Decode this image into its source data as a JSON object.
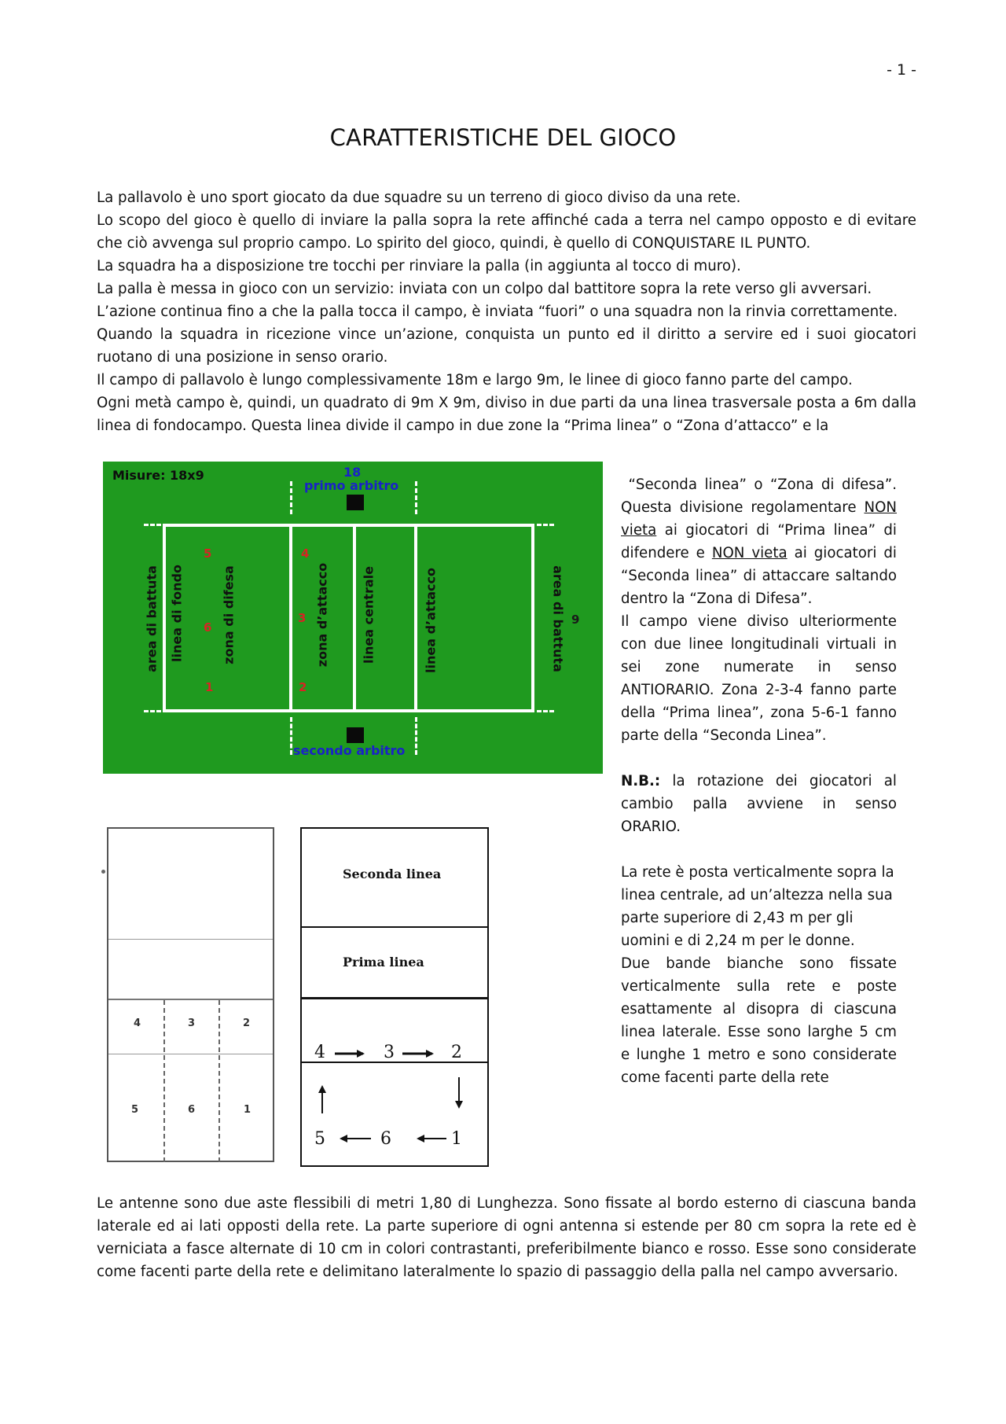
{
  "page_number": "- 1 -",
  "title": "CARATTERISTICHE DEL GIOCO",
  "intro": [
    "La pallavolo è uno sport giocato da due squadre su un terreno di gioco diviso da una rete.",
    "Lo scopo del gioco è quello di inviare la palla sopra la rete affinché cada a terra nel campo opposto e di evitare che ciò avvenga sul proprio campo. Lo spirito del gioco, quindi, è quello di CONQUISTARE IL PUNTO.",
    "La squadra ha a disposizione tre tocchi per rinviare la palla (in aggiunta al tocco di muro).",
    "La palla è messa in gioco con un servizio: inviata con un colpo dal battitore sopra la rete verso gli avversari.",
    "L’azione continua fino a che la palla tocca il campo, è inviata “fuori” o una squadra non la rinvia correttamente.",
    "Quando la squadra in ricezione vince un’azione, conquista un punto ed il diritto a servire ed i suoi giocatori ruotano di una posizione in senso orario.",
    "Il campo di pallavolo è lungo complessivamente 18m e largo 9m, le linee di gioco fanno parte del campo.",
    "Ogni metà campo è, quindi, un quadrato di 9m X 9m, diviso in due parti da una linea trasversale posta a 6m dalla linea di fondocampo. Questa linea divide il campo in due zone la “Prima linea” o “Zona d’attacco” e la"
  ],
  "right_col": {
    "p1_a": "“Seconda linea” o “Zona di difesa”. Questa divisione regolamentare ",
    "p1_u1": "NON vieta",
    "p1_b": " ai giocatori di “Prima linea” di difendere e ",
    "p1_u2": "NON vieta",
    "p1_c": " ai giocatori di “Seconda linea” di attaccare saltando dentro la “Zona di Difesa”.",
    "p2": "Il campo viene diviso ulteriormente con due linee longitudinali virtuali in sei zone numerate in senso ANTIORARIO. Zona 2-3-4 fanno parte della “Prima linea”, zona 5-6-1 fanno parte della “Seconda Linea”.",
    "nb_label": "N.B.:",
    "nb_text": " la rotazione dei giocatori al cambio palla avviene in senso ORARIO.",
    "p3": "La rete è posta verticalmente sopra la linea centrale, ad un’altezza nella sua parte superiore di 2,43 m per gli uomini e di 2,24 m per le donne.",
    "p4": "Due bande bianche sono fissate verticalmente sulla rete e poste esattamente al disopra di ciascuna linea laterale. Esse sono larghe 5 cm e lunghe 1 metro e sono considerate come facenti parte della rete"
  },
  "antenne": "Le antenne sono due aste flessibili di metri 1,80 di Lunghezza. Sono fissate al bordo esterno di ciascuna banda laterale ed ai lati opposti della rete. La parte superiore di ogni antenna si estende per 80 cm sopra la rete ed è verniciata a fasce alternate di 10 cm in colori contrastanti, preferibilmente bianco e rosso. Esse sono considerate come facenti parte della rete e delimitano lateralmente lo spazio di passaggio della palla nel campo avversario.",
  "court": {
    "measure": "Misure: 18x9",
    "length": "18",
    "width": "9",
    "first_referee": "primo arbitro",
    "second_referee": "secondo arbitro",
    "labels": {
      "serve_area_left": "area di battuta",
      "end_line": "linea di fondo",
      "defense_zone": "zona di difesa",
      "attack_zone": "zona d’attacco",
      "center_line": "linea centrale",
      "attack_line": "linea d’attacco",
      "serve_area_right": "area di battuta"
    },
    "zones_back": [
      "5",
      "6",
      "1"
    ],
    "zones_front": [
      "4",
      "3",
      "2"
    ]
  },
  "small_court": {
    "top_row": [
      "4",
      "3",
      "2"
    ],
    "bottom_row": [
      "5",
      "6",
      "1"
    ]
  },
  "rotation": {
    "second_line": "Seconda linea",
    "first_line": "Prima linea",
    "front": [
      "4",
      "3",
      "2"
    ],
    "back": [
      "5",
      "6",
      "1"
    ]
  },
  "colors": {
    "court_green": "#1f9a1f",
    "referee_blue": "#1a22c8",
    "zone_red": "#d82424"
  }
}
